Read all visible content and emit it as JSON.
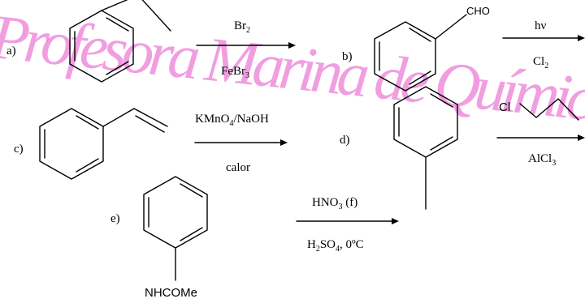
{
  "watermark": {
    "text": "Profesora Marina de Química",
    "color": "#e64ec8"
  },
  "reactions": [
    {
      "id": "a",
      "label": "a)",
      "reagent_above": {
        "main": "Br",
        "sub": "2",
        "tail": ""
      },
      "reagent_below": {
        "main": "FeBr",
        "sub": "3",
        "tail": ""
      }
    },
    {
      "id": "b",
      "label": "b)",
      "substituent": "CHO",
      "reagent_above": {
        "main": "hν",
        "sub": "",
        "tail": ""
      },
      "reagent_below": {
        "main": "Cl",
        "sub": "2",
        "tail": ""
      }
    },
    {
      "id": "c",
      "label": "c)",
      "reagent_above": {
        "main": "KMnO",
        "sub": "4",
        "tail": "/NaOH"
      },
      "reagent_below": {
        "main": "calor",
        "sub": "",
        "tail": ""
      }
    },
    {
      "id": "d",
      "label": "d)",
      "reagent_above": {
        "main": "Cl",
        "sub": "",
        "tail": ""
      },
      "reagent_below": {
        "main": "AlCl",
        "sub": "3",
        "tail": ""
      }
    },
    {
      "id": "e",
      "label": "e)",
      "substituent": "NHCOMe",
      "reagent_above": {
        "main": "HNO",
        "sub": "3",
        "tail": " (f)"
      },
      "reagent_below": {
        "main": "H",
        "sub": "2",
        "tail": "SO",
        "sub2": "4",
        "tail2": ", 0ºC"
      }
    }
  ]
}
